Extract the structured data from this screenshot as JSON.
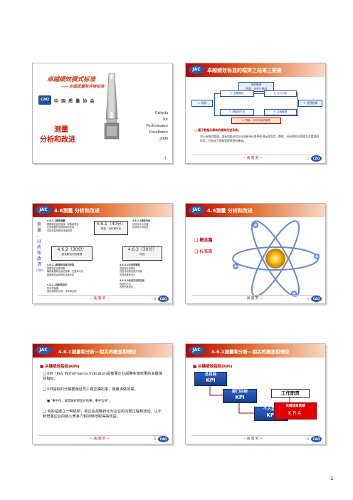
{
  "colors": {
    "accent_red": "#c00000",
    "header_blue": "#1f3d86",
    "kpi_blue": "#2d62c4"
  },
  "slide1": {
    "title_line1": "卓越绩效模式标准",
    "title_line2": "——全国质量奖评审标准",
    "org_abbr": "CAQ",
    "org_name": "中 国 质 量 协 会",
    "criteria_lines": [
      "Criteria",
      "for",
      "Performance",
      "Excellence",
      "2006"
    ],
    "main_line1": "测量",
    "main_line2": "分析和改进",
    "page": "1"
  },
  "slide2": {
    "logo": "JAC",
    "title": "卓越绩效标准的框架之结果三要素",
    "box_top_lines": [
      "组织概述",
      "环境、关系与挑战"
    ],
    "box_left": "1. 领导",
    "box_right": "7. 经营结果",
    "cell2": "2. 战略策划",
    "cell6": "5. 以人为本",
    "cell3": "3. 顾客和市场",
    "cell5": "6. 过程管理",
    "cell4": "4. 测量、分析与知识管理",
    "bullet": "□ 基于数据与事实的绩效改进系统。",
    "body": "对于有效的管理，体系和组织的企业业绩评价各种改进标准而言，数据、分析和知识管理至关重要的作用，它构成了绩效管理系统的基础。",
    "footer": "— 质 量 奖 —",
    "page": "2"
  },
  "slide3": {
    "logo": "JAC",
    "title": "4.6测量  分析和改进",
    "side_lines": [
      "测",
      "量",
      "、",
      "分",
      "析",
      "和",
      "改",
      "进",
      "（100）"
    ],
    "s611": {
      "heading": "4.6.1.1绩效测量",
      "items": [
        "数据和信息的选择、收集和整合",
        "比较数据的选择和有效利用",
        "绩效测量系统的持续改进"
      ]
    },
    "s612": {
      "heading": "4.6.1.2绩效分析",
      "items": [
        "绩效分析与沟通",
        "绩效评价和改进"
      ]
    },
    "box61": {
      "label": "4.6.1（40分）",
      "sub": "测量、分析和评价"
    },
    "box62": {
      "label": "4.6.2（30分）",
      "sub": "信息和知识的管理"
    },
    "box63": {
      "label": "4.6.3（30分）",
      "sub": "改进"
    },
    "s621": {
      "heading": "4.6.2.1数据和信息的获取",
      "items": [
        "数据和信息的获取",
        "确保数据和信息的准确、完整和可靠",
        "数据和信息系统的持续改进"
      ]
    },
    "s622": {
      "heading": "4.6.2.2组织的知识",
      "items": [
        "知识的管理",
        "最佳实践的识别、共享和应用"
      ]
    },
    "s631": {
      "heading": "4.6.3.1改进的管理",
      "items": [
        "改进目标的制定",
        "改进活动的实施与测量",
        "改进成果的评价"
      ]
    },
    "s632": {
      "heading": "4.6.3.2改进方法的应用",
      "items": [
        "改进的方法",
        "改进的有效性"
      ]
    },
    "footer": "— 质 量 奖 —",
    "page": "3"
  },
  "slide4": {
    "logo": "JAC",
    "title": "4.6测量  分析和改进",
    "bullet1": "❑ 概念篇",
    "bullet2": "❑ 标准篇",
    "footer": "— 质 量 奖 —",
    "page": "4"
  },
  "slide5": {
    "logo": "JAC",
    "title": "4.6.1测量和分析—相关的概念和理论",
    "subtitle": "■ 关键绩效指标(KPI)",
    "p1": "❑ KPI（Key Performance Indicator)是衡量企业战略实施效果的关键绩效指标。",
    "p2": "❑ KPI指标的分解要保证员工做正确的事，做最该做的事。",
    "note": "■ \"事半倍，就是做好那些对的事，事半功倍\"。",
    "p3": "❑ 目的是建立一种机制，将企业战略转化为企业的内部过程和活动，以不断增强企业的核心竞争力和持续地取得高效益。",
    "footer": "— 质 量 奖 —",
    "page": "5"
  },
  "slide6": {
    "logo": "JAC",
    "title": "4.6.1测量和分析—相关的概念和理论",
    "subtitle": "■ 关键绩效指标(KPI)",
    "org_kpi": [
      "总目标",
      "KPI"
    ],
    "dept_kpi": [
      "部门目标",
      "KPI"
    ],
    "ind_kpi": [
      "个人目标",
      "KPI"
    ],
    "job": "工作职责",
    "kra": [
      "关键成果领域",
      "KRA"
    ],
    "footer": "— 质 量 奖 —",
    "page": "6"
  },
  "page_number": "1"
}
